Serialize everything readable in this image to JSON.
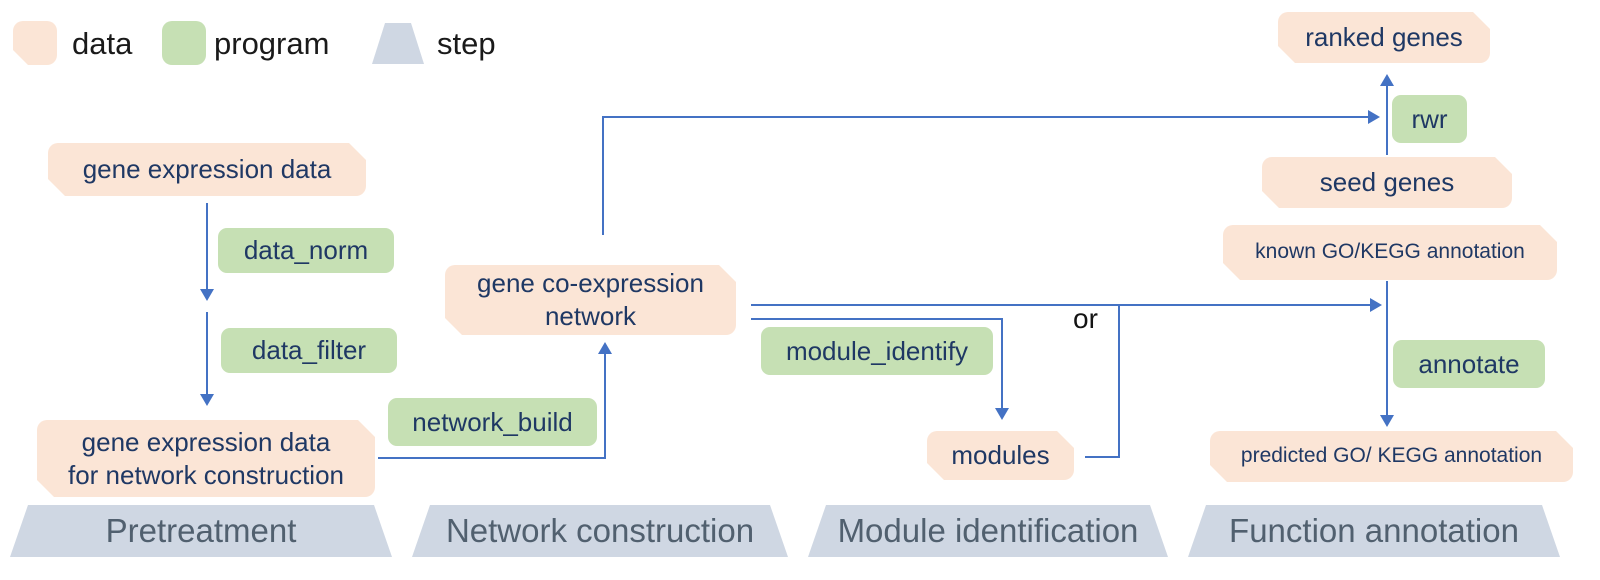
{
  "legend": {
    "data_label": "data",
    "program_label": "program",
    "step_label": "step"
  },
  "nodes": {
    "gene_expression_data": "gene expression data",
    "gene_expression_data_for_network": "gene expression data\nfor network construction",
    "gene_coexpression_network": "gene co-expression\nnetwork",
    "modules": "modules",
    "ranked_genes": "ranked genes",
    "seed_genes": "seed genes",
    "known_annotation": "known GO/KEGG annotation",
    "predicted_annotation": "predicted GO/ KEGG annotation"
  },
  "programs": {
    "data_norm": "data_norm",
    "data_filter": "data_filter",
    "network_build": "network_build",
    "module_identify": "module_identify",
    "rwr": "rwr",
    "annotate": "annotate"
  },
  "steps": [
    "Pretreatment",
    "Network construction",
    "Module identification",
    "Function annotation"
  ],
  "connectors": {
    "or_label": "or"
  },
  "colors": {
    "data_fill": "#FBE5D6",
    "program_fill": "#C6E0B4",
    "step_fill": "#CFD7E3",
    "line": "#4472C4",
    "node_text": "#1F3864",
    "step_text": "#51606F"
  }
}
